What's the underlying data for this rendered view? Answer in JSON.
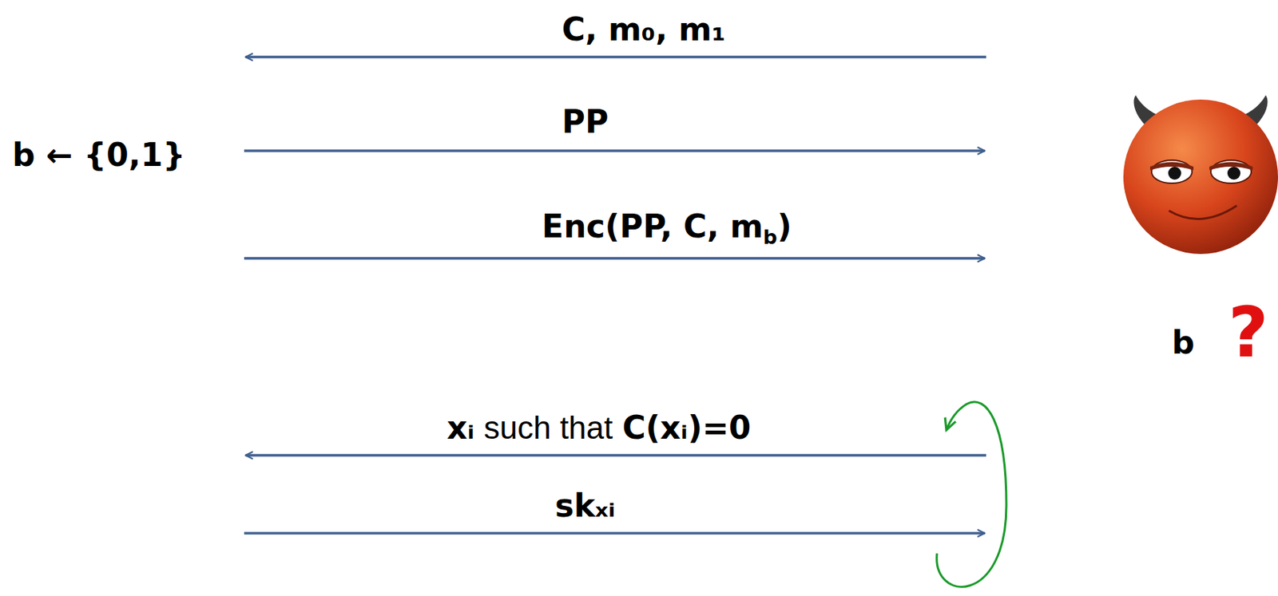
{
  "diagram": {
    "labels": [
      "C, m₀, m₁",
      "PP",
      "b ← {0,1}",
      "Enc(PP, C, m",
      "b",
      ")",
      "xᵢ",
      "such that",
      "C(xᵢ)=0",
      "skₓᵢ",
      "b",
      "?"
    ]
  }
}
